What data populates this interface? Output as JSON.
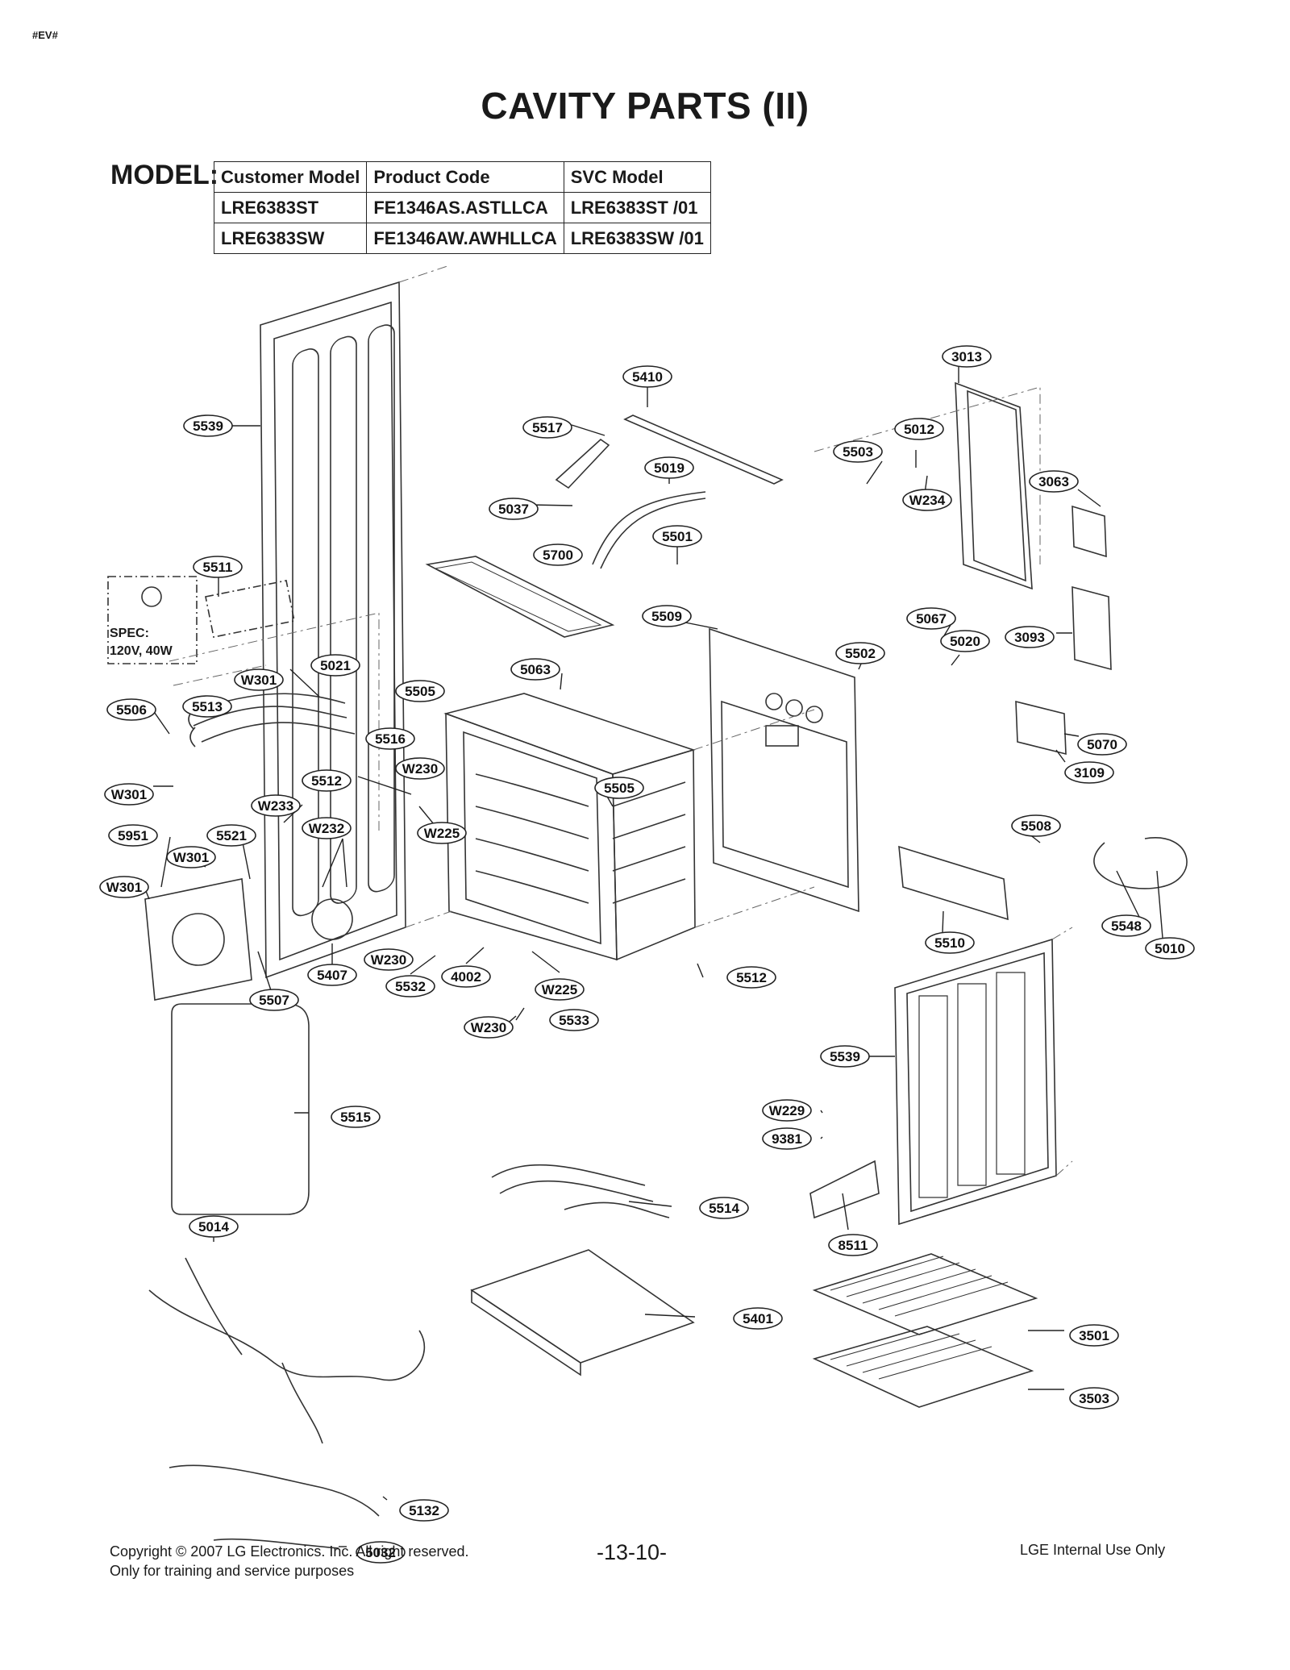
{
  "header": {
    "tag": "#EV#",
    "title": "CAVITY PARTS (II)"
  },
  "model": {
    "label": "MODEL:",
    "columns": [
      "Customer Model",
      "Product Code",
      "SVC Model"
    ],
    "rows": [
      [
        "LRE6383ST",
        "FE1346AS.ASTLLCA",
        "LRE6383ST /01"
      ],
      [
        "LRE6383SW",
        "FE1346AW.AWHLLCA",
        "LRE6383SW /01"
      ]
    ]
  },
  "spec": {
    "line1": "SPEC:",
    "line2": "120V, 40W"
  },
  "callouts": {
    "c5539a": "5539",
    "c5410": "5410",
    "c5517": "5517",
    "c3013": "3013",
    "c5012": "5012",
    "c5503": "5503",
    "c5019": "5019",
    "cW234": "W234",
    "c3063": "3063",
    "c5037": "5037",
    "c5501": "5501",
    "c5511": "5511",
    "c5700": "5700",
    "c5509": "5509",
    "c5067": "5067",
    "c5020": "5020",
    "c3093": "3093",
    "c5502": "5502",
    "c5063": "5063",
    "cW301a": "W301",
    "c5021": "5021",
    "c5505a": "5505",
    "c5506": "5506",
    "c5513": "5513",
    "c5516": "5516",
    "c5070": "5070",
    "cW230a": "W230",
    "c3109": "3109",
    "c5512a": "5512",
    "cW301b": "W301",
    "c5505b": "5505",
    "cW233": "W233",
    "c5508": "5508",
    "cW232": "W232",
    "cW225a": "W225",
    "c5951": "5951",
    "c5521": "5521",
    "cW301c": "W301",
    "cW301d": "W301",
    "c5548": "5548",
    "c5510": "5510",
    "c5010": "5010",
    "cW230b": "W230",
    "c5407": "5407",
    "c4002": "4002",
    "c5532": "5532",
    "cW225b": "W225",
    "c5512b": "5512",
    "c5507": "5507",
    "cW230c": "W230",
    "c5533": "5533",
    "c5539b": "5539",
    "c5515": "5515",
    "cW229": "W229",
    "c9381": "9381",
    "c5514": "5514",
    "c8511": "8511",
    "c5014": "5014",
    "c5401": "5401",
    "c3501": "3501",
    "c3503": "3503",
    "c5132": "5132",
    "c5032": "5032"
  },
  "footer": {
    "copyright": "Copyright © 2007 LG Electronics. Inc. All right reserved.",
    "training": "Only for training and service purposes",
    "page": "-13-10-",
    "internal": "LGE Internal Use Only"
  }
}
